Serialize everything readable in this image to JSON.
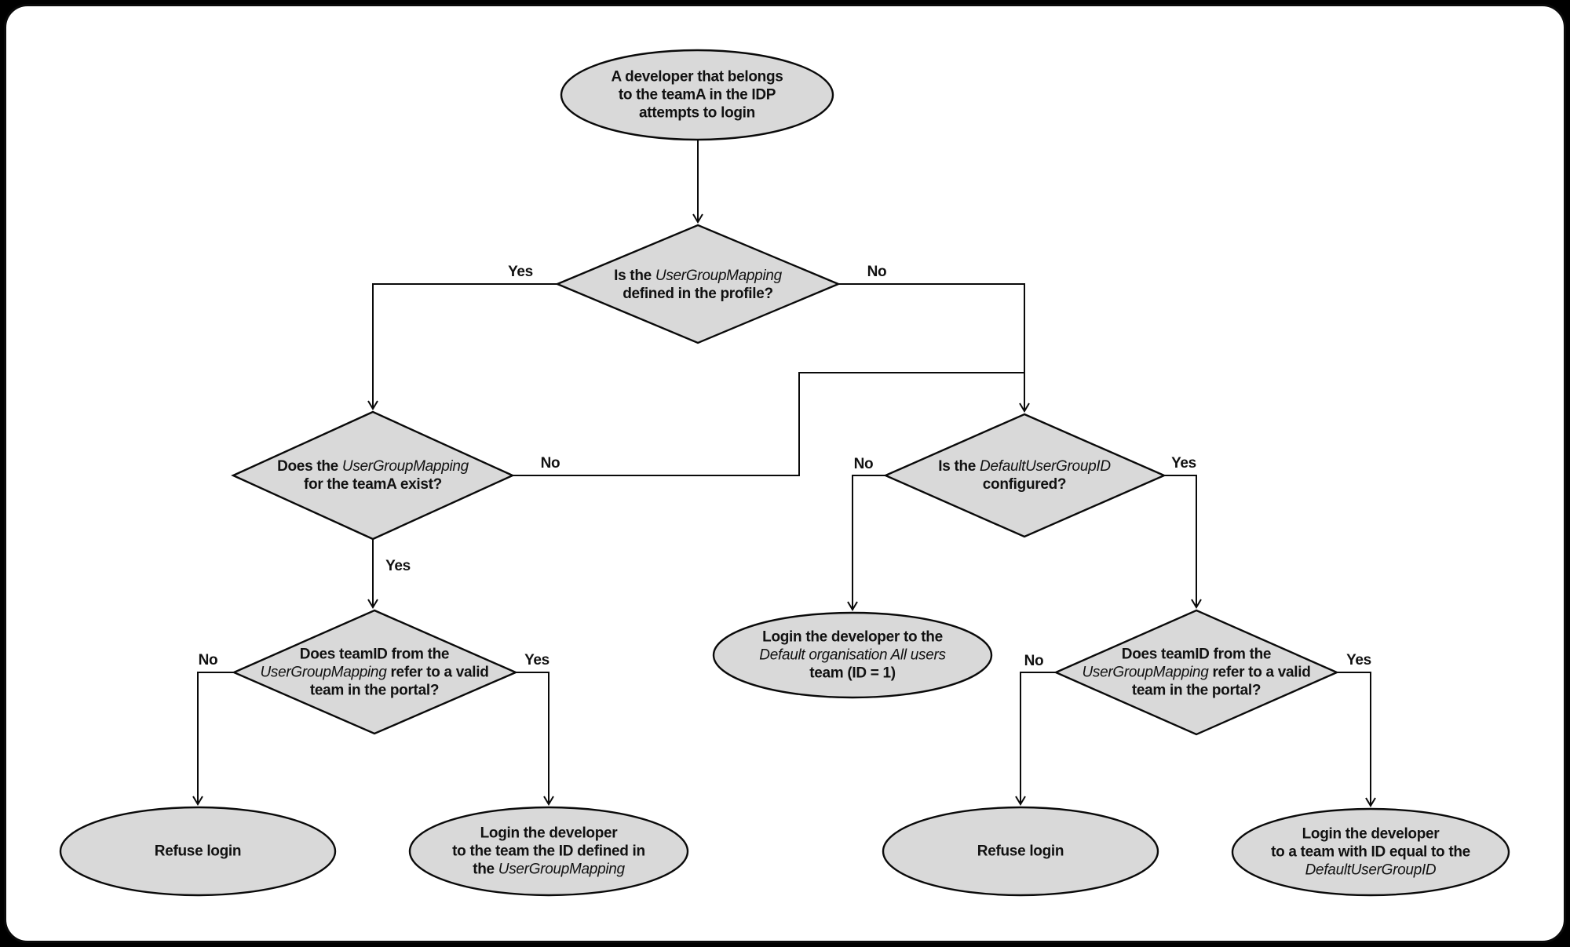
{
  "diagram_title": "Developer login team-mapping decision flowchart",
  "colors": {
    "canvas_background": "#ffffff",
    "outer_frame": "#000000",
    "node_fill": "#d9d9d9",
    "node_stroke": "#000000",
    "connector": "#000000",
    "text": "#111111"
  },
  "nodes": {
    "start": {
      "type": "ellipse",
      "l1": "A developer that belongs",
      "l2": "to the teamA in the IDP",
      "l3": "attempts to login"
    },
    "ugm_defined": {
      "type": "decision",
      "l1a": "Is the ",
      "l1b": "UserGroupMapping",
      "l2": "defined in the profile?"
    },
    "ugm_exists": {
      "type": "decision",
      "l1a": "Does the ",
      "l1b": "UserGroupMapping",
      "l2": "for the teamA exist?"
    },
    "default_gid_configured": {
      "type": "decision",
      "l1a": "Is the ",
      "l1b": "DefaultUserGroupID",
      "l2": "configured?"
    },
    "teamid_valid_left": {
      "type": "decision",
      "l1": "Does teamID from the",
      "l2a": "UserGroupMapping",
      "l2b": " refer to a valid",
      "l3": "team in the portal?"
    },
    "teamid_valid_right": {
      "type": "decision",
      "l1": "Does teamID from the",
      "l2a": "UserGroupMapping",
      "l2b": " refer to a valid",
      "l3": "team in the portal?"
    },
    "refuse_left": {
      "type": "ellipse",
      "l1": "Refuse login"
    },
    "login_mapped_team": {
      "type": "ellipse",
      "l1": "Login the developer",
      "l2": "to the team the ID defined in",
      "l3a": "the ",
      "l3b": "UserGroupMapping"
    },
    "login_default_org": {
      "type": "ellipse",
      "l1": "Login the developer to the",
      "l2": "Default organisation All users",
      "l3": "team (ID = 1)"
    },
    "refuse_right": {
      "type": "ellipse",
      "l1": "Refuse login"
    },
    "login_default_gid": {
      "type": "ellipse",
      "l1": "Login the developer",
      "l2": "to a team with ID equal to the",
      "l3": "DefaultUserGroupID"
    }
  },
  "edges": [
    {
      "from": "start",
      "to": "ugm_defined",
      "label": ""
    },
    {
      "from": "ugm_defined",
      "to": "ugm_exists",
      "label": "Yes"
    },
    {
      "from": "ugm_defined",
      "to": "default_gid_configured",
      "label": "No"
    },
    {
      "from": "ugm_exists",
      "to": "default_gid_configured",
      "label": "No"
    },
    {
      "from": "ugm_exists",
      "to": "teamid_valid_left",
      "label": "Yes"
    },
    {
      "from": "default_gid_configured",
      "to": "login_default_org",
      "label": "No"
    },
    {
      "from": "default_gid_configured",
      "to": "teamid_valid_right",
      "label": "Yes"
    },
    {
      "from": "teamid_valid_left",
      "to": "refuse_left",
      "label": "No"
    },
    {
      "from": "teamid_valid_left",
      "to": "login_mapped_team",
      "label": "Yes"
    },
    {
      "from": "teamid_valid_right",
      "to": "refuse_right",
      "label": "No"
    },
    {
      "from": "teamid_valid_right",
      "to": "login_default_gid",
      "label": "Yes"
    }
  ]
}
